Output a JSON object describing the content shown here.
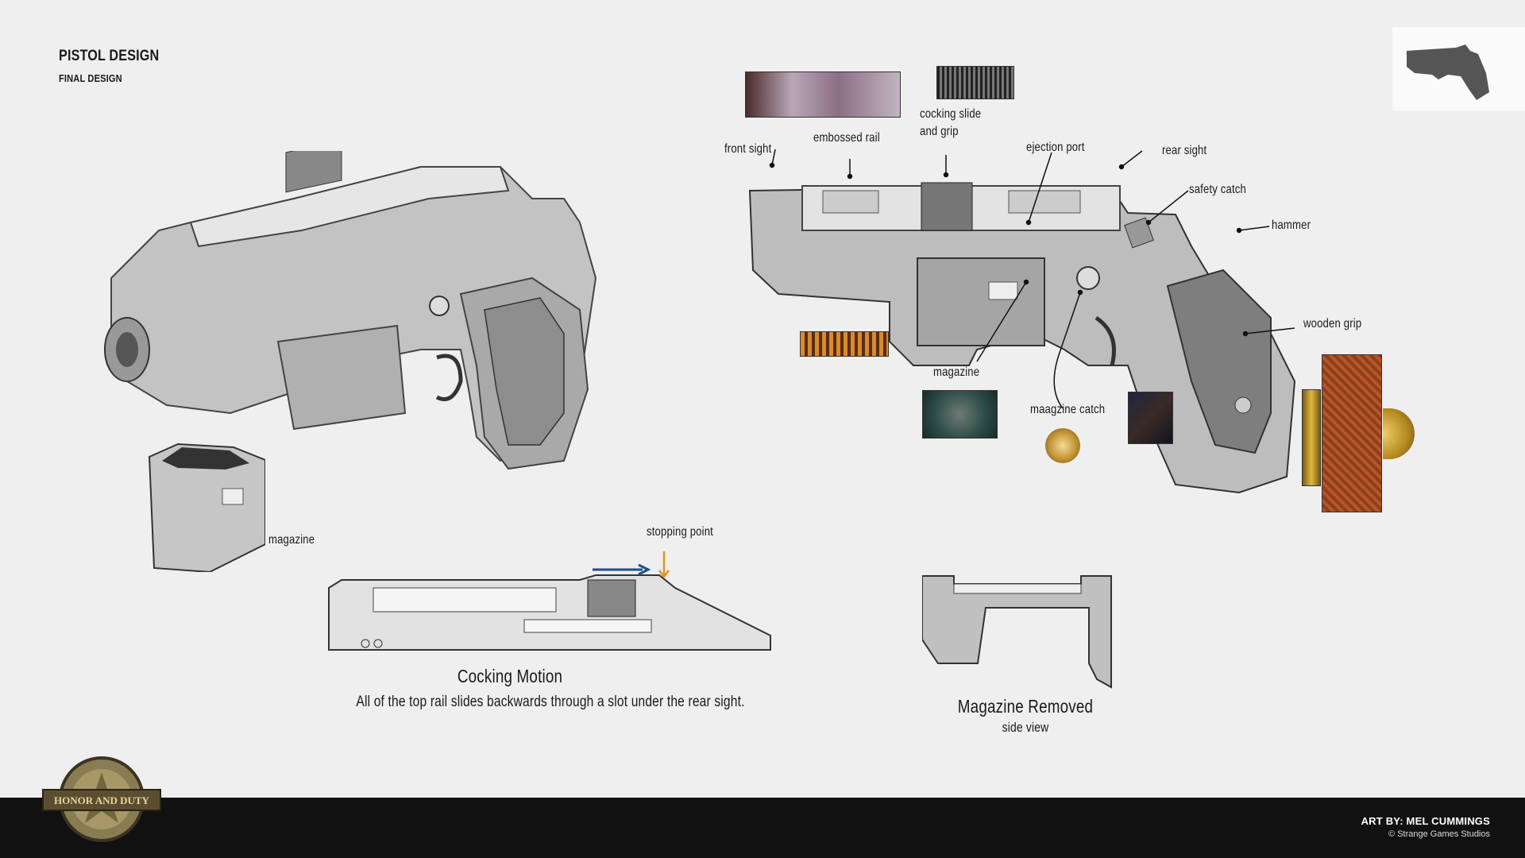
{
  "header": {
    "title": "PISTOL DESIGN",
    "subtitle": "FINAL DESIGN"
  },
  "callouts": {
    "front_sight": "front sight",
    "embossed_rail": "embossed rail",
    "cocking_slide": "cocking slide\nand grip",
    "ejection_port": "ejection port",
    "rear_sight": "rear sight",
    "safety_catch": "safety catch",
    "hammer": "hammer",
    "wooden_grip": "wooden grip",
    "magazine": "magazine",
    "magazine_catch": "maagzine catch"
  },
  "left_view": {
    "magazine_label": "magazine"
  },
  "cocking": {
    "stopping_point": "stopping point",
    "title": "Cocking Motion",
    "description": "All of the top rail slides backwards through a slot under the rear sight."
  },
  "mag_removed": {
    "title": "Magazine Removed",
    "subtitle": "side view"
  },
  "footer": {
    "logo_text": "HONOR AND DUTY",
    "art_by": "ART BY: MEL CUMMINGS",
    "copyright": "© Strange Games Studios"
  },
  "colors": {
    "background": "#efefef",
    "footer": "#111111",
    "gun_body": "#b9b9b9",
    "arrow_blue": "#1f4e8c",
    "arrow_orange": "#e0961d",
    "wood": "#b3542a",
    "brass": "#c9a23a"
  }
}
